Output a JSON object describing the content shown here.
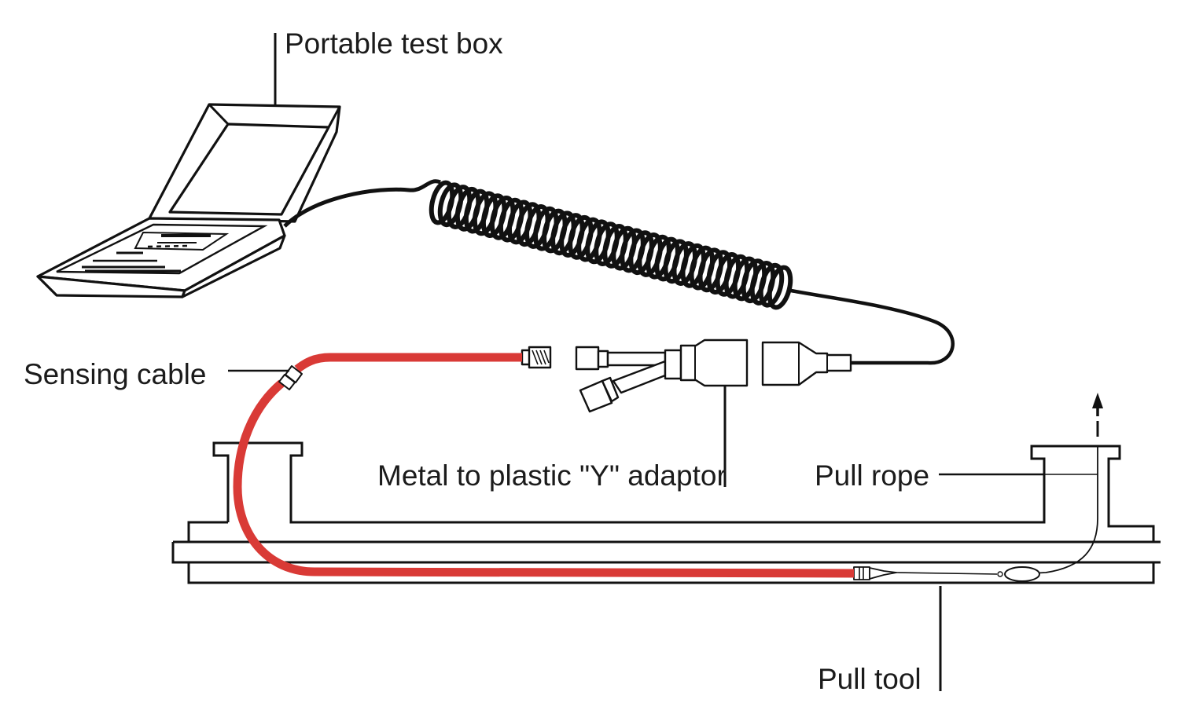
{
  "diagram": {
    "title": "Sensing cable installation setup",
    "labels": {
      "test_box": "Portable test box",
      "sensing_cable": "Sensing cable",
      "y_adaptor": "Metal to plastic \"Y\" adaptor",
      "pull_rope": "Pull rope",
      "pull_tool": "Pull tool"
    },
    "colors": {
      "sensing_cable": "#d93a36",
      "line": "#111111",
      "background": "#ffffff"
    },
    "icons": {
      "pull_direction": "arrow-up-icon"
    }
  }
}
